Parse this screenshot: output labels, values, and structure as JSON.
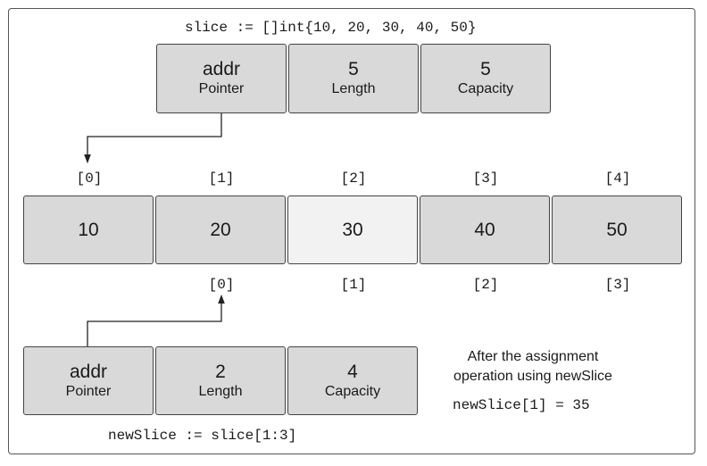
{
  "top_code": "slice := []int{10, 20, 30, 40, 50}",
  "bottom_code": "newSlice := slice[1:3]",
  "slice_header": {
    "pointer": {
      "value": "addr",
      "label": "Pointer"
    },
    "length": {
      "value": "5",
      "label": "Length"
    },
    "capacity": {
      "value": "5",
      "label": "Capacity"
    }
  },
  "array": {
    "indices": [
      "[0]",
      "[1]",
      "[2]",
      "[3]",
      "[4]"
    ],
    "values": [
      "10",
      "20",
      "30",
      "40",
      "50"
    ]
  },
  "new_indices": [
    "[0]",
    "[1]",
    "[2]",
    "[3]"
  ],
  "new_slice_header": {
    "pointer": {
      "value": "addr",
      "label": "Pointer"
    },
    "length": {
      "value": "2",
      "label": "Length"
    },
    "capacity": {
      "value": "4",
      "label": "Capacity"
    }
  },
  "note": {
    "line1": "After the assignment",
    "line2": "operation using newSlice",
    "code": "newSlice[1] = 35"
  }
}
